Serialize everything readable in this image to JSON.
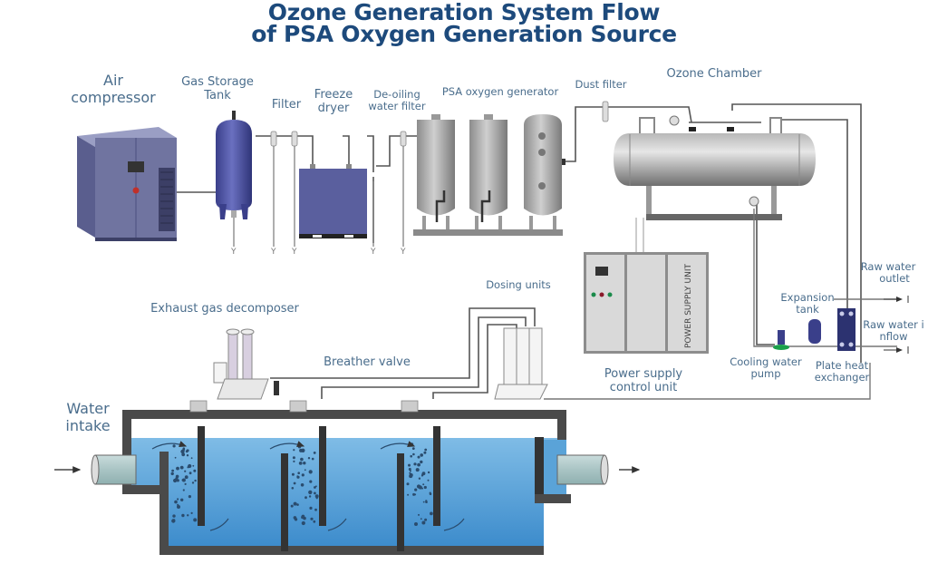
{
  "title": {
    "line1": "Ozone Generation System Flow",
    "line2": "of PSA Oxygen Generation Source"
  },
  "labels": {
    "air_compressor": [
      "Air",
      "compressor"
    ],
    "gas_storage_tank": [
      "Gas Storage",
      "Tank"
    ],
    "filter": "Filter",
    "freeze_dryer": [
      "Freeze",
      "dryer"
    ],
    "de_oiling_water_filter": [
      "De-oiling",
      "water filter"
    ],
    "psa_oxygen_generator": "PSA oxygen generator",
    "dust_filter": "Dust filter",
    "ozone_chamber": "Ozone Chamber",
    "power_supply_control_unit": [
      "Power supply",
      "control unit"
    ],
    "power_supply_unit_panel": "POWER SUPPLY UNIT",
    "raw_water_outlet": [
      "Raw water",
      "outlet"
    ],
    "raw_water_inflow": [
      "Raw water i",
      "nflow"
    ],
    "expansion_tank": [
      "Expansion",
      "tank"
    ],
    "cooling_water_pump": [
      "Cooling water",
      "pump"
    ],
    "plate_heat_exchanger": [
      "Plate heat",
      "exchanger"
    ],
    "dosing_units": "Dosing units",
    "exhaust_gas_decomposer": "Exhaust gas decomposer",
    "breather_valve": "Breather valve",
    "water_intake": [
      "Water",
      "intake"
    ]
  },
  "colors": {
    "title": "#1d4a7c",
    "label": "#4a6d8c",
    "equipment_blue": "#5a5f9e",
    "compressor": "#7074a0",
    "vessel_gray": "#a8a8a8",
    "water": "#5aa3d8",
    "tank_wall": "#4a4a4a",
    "pipe": "#555555"
  }
}
